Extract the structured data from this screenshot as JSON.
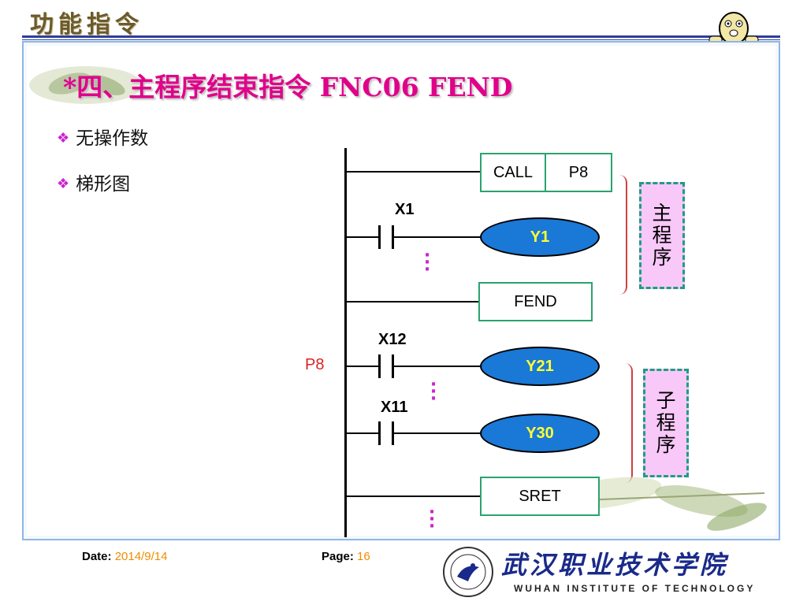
{
  "header": {
    "title": "功能指令"
  },
  "slide": {
    "title": "*四、主程序结束指令 FNC06   FEND",
    "bullets": [
      "无操作数",
      "梯形图"
    ]
  },
  "ladder": {
    "call_box": {
      "instruction": "CALL",
      "operand": "P8"
    },
    "contact_x1": "X1",
    "coil_y1": "Y1",
    "fend_box": "FEND",
    "pointer_label": "P8",
    "contact_x12": "X12",
    "coil_y21": "Y21",
    "contact_x11": "X11",
    "coil_y30": "Y30",
    "sret_box": "SRET",
    "main_program_label": "主\n程\n序",
    "sub_program_label": "子\n程\n序",
    "ellipsis_char": "⋮"
  },
  "footer": {
    "date_label": "Date:",
    "date_value": "2014/9/14",
    "page_label": "Page:",
    "page_value": "16"
  },
  "institute": {
    "name_cn": "武汉职业技术学院",
    "name_en": "WUHAN INSTITUTE OF TECHNOLOGY"
  },
  "colors": {
    "title_pink": "#e0008a",
    "frame_blue": "#8fb6e4",
    "coil_blue": "#1a78d6",
    "coil_text": "#ffff33",
    "box_green": "#2aa36e",
    "footer_orange": "#f08c00"
  },
  "icons": [
    "diamond-bullet-icon",
    "mascot-icon",
    "institute-logo-icon",
    "leaf-decoration"
  ]
}
